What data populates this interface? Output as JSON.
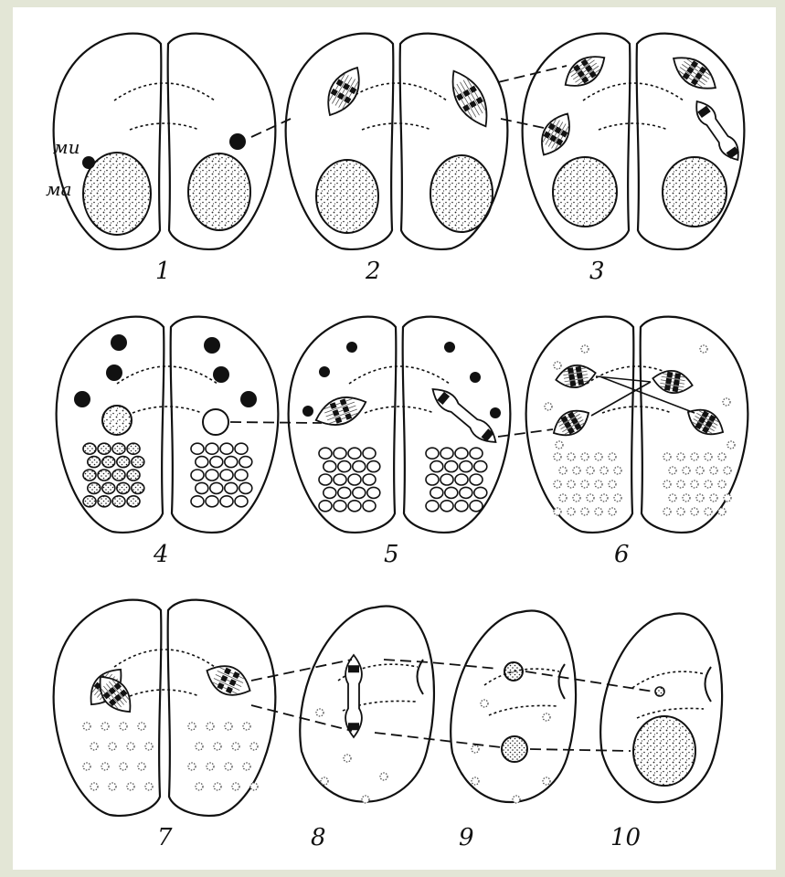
{
  "labels": {
    "mi": "ми",
    "ma": "ма",
    "stages": [
      "1",
      "2",
      "3",
      "4",
      "5",
      "6",
      "7",
      "8",
      "9",
      "10"
    ]
  },
  "colors": {
    "ink": "#111111",
    "background": "#e3e6d6",
    "paper": "#ffffff"
  }
}
